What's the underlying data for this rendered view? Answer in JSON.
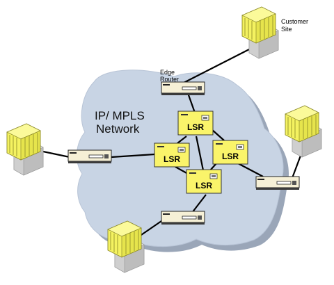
{
  "diagram": {
    "network_label_line1": "IP/ MPLS",
    "network_label_line2": "Network",
    "edge_router_label_line1": "Edge",
    "edge_router_label_line2": "Router",
    "customer_site_label_line1": "Customer",
    "customer_site_label_line2": "Site",
    "lsr_label": "LSR",
    "colors": {
      "cloud_fill": "#c8d4e4",
      "cloud_shadow": "#9aa6b8",
      "building_yellow": "#f4f260",
      "building_grey": "#d2d2d2",
      "lsr_fill": "#faf46a",
      "router_fill": "#f6f0d6",
      "link": "#000000"
    },
    "icons": [
      "building-icon",
      "edge-router-icon",
      "lsr-icon",
      "cloud-icon"
    ]
  }
}
